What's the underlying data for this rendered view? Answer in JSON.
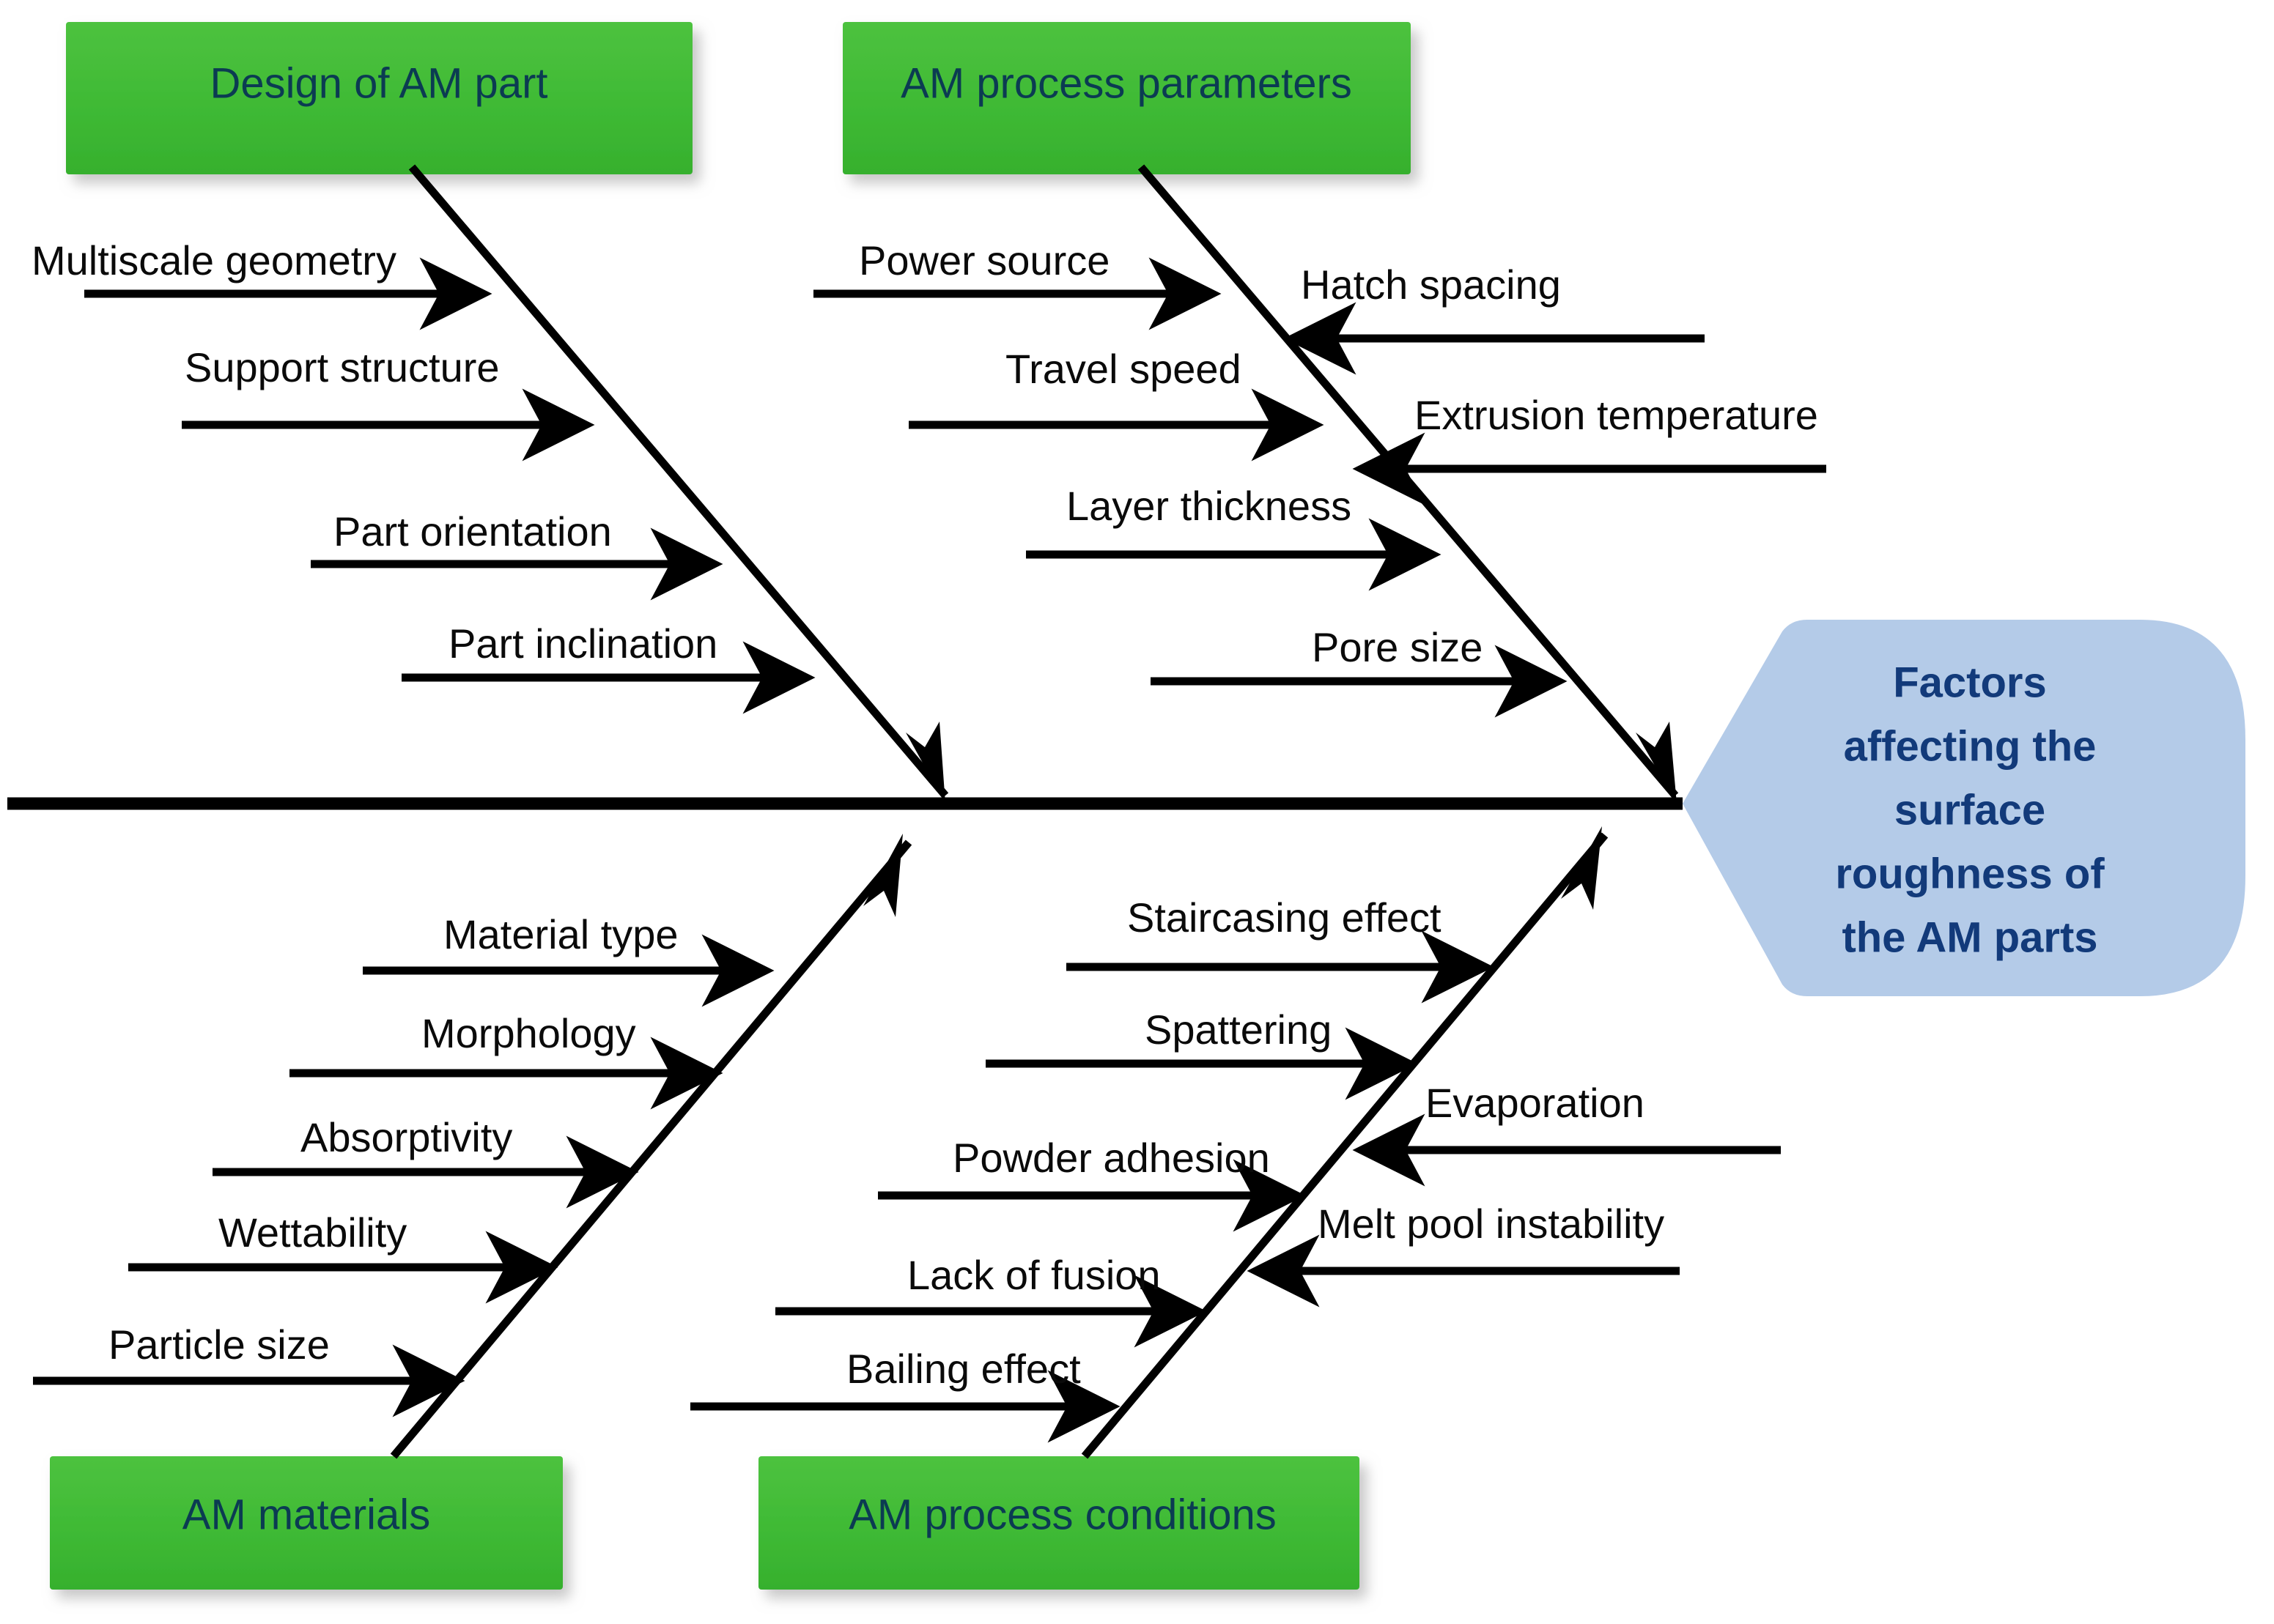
{
  "diagram": {
    "type": "fishbone-ishikawa",
    "head": {
      "lines": [
        "Factors",
        "affecting the",
        "surface",
        "roughness of",
        "the AM parts"
      ],
      "fill_color": "#b4cbe8",
      "text_color": "#123a7a"
    },
    "colors": {
      "category_box_fill": "#3fba35",
      "category_box_text": "#0b3b52",
      "bone_line": "#000000",
      "label_text": "#0a0a0a"
    },
    "categories": [
      {
        "id": "design-of-am-part",
        "label": "Design of AM part",
        "position": "top-left",
        "causes": [
          {
            "label": "Multiscale geometry",
            "side": "left"
          },
          {
            "label": "Support structure",
            "side": "left"
          },
          {
            "label": "Part orientation",
            "side": "left"
          },
          {
            "label": "Part inclination",
            "side": "left"
          }
        ]
      },
      {
        "id": "am-process-parameters",
        "label": "AM process parameters",
        "position": "top-right",
        "causes": [
          {
            "label": "Power source",
            "side": "left"
          },
          {
            "label": "Hatch spacing",
            "side": "right"
          },
          {
            "label": "Travel speed",
            "side": "left"
          },
          {
            "label": "Extrusion temperature",
            "side": "right"
          },
          {
            "label": "Layer thickness",
            "side": "left"
          },
          {
            "label": "Pore size",
            "side": "left"
          }
        ]
      },
      {
        "id": "am-materials",
        "label": "AM materials",
        "position": "bottom-left",
        "causes": [
          {
            "label": "Material type",
            "side": "left"
          },
          {
            "label": "Morphology",
            "side": "left"
          },
          {
            "label": "Absorptivity",
            "side": "left"
          },
          {
            "label": "Wettability",
            "side": "left"
          },
          {
            "label": "Particle size",
            "side": "left"
          }
        ]
      },
      {
        "id": "am-process-conditions",
        "label": "AM process conditions",
        "position": "bottom-right",
        "causes": [
          {
            "label": "Staircasing effect",
            "side": "left"
          },
          {
            "label": "Spattering",
            "side": "left"
          },
          {
            "label": "Evaporation",
            "side": "right"
          },
          {
            "label": "Powder adhesion",
            "side": "left"
          },
          {
            "label": "Melt pool instability",
            "side": "right"
          },
          {
            "label": "Lack of fusion",
            "side": "left"
          },
          {
            "label": "Bailing effect",
            "side": "left"
          }
        ]
      }
    ]
  }
}
